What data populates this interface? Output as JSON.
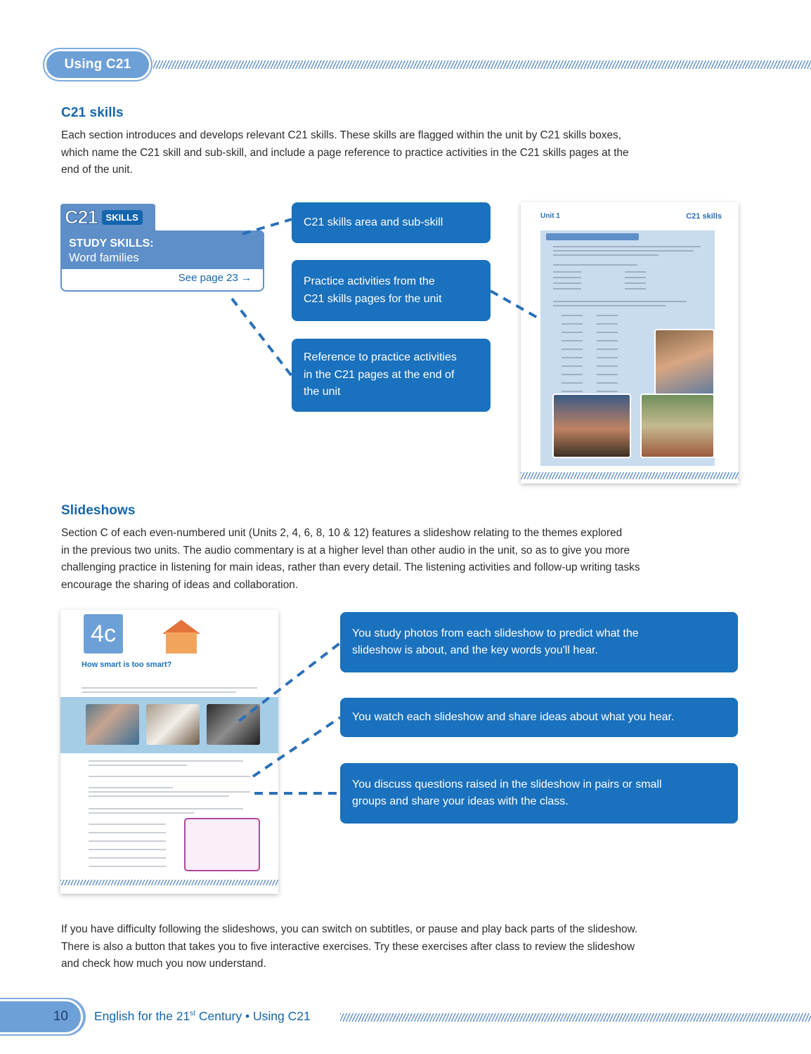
{
  "header": {
    "label": "Using C21"
  },
  "section1": {
    "heading": "C21 skills",
    "lines": [
      "Each section introduces and develops relevant C21 skills. These skills are flagged within the unit by C21 skills boxes,",
      "which name the C21 skill and sub-skill, and include a page reference to practice activities in the C21 skills pages at the",
      "end of the unit."
    ]
  },
  "skills_box": {
    "logo": "C21",
    "tag": "SKILLS",
    "area": "STUDY SKILLS:",
    "subskill": "Word families",
    "page_ref": "See page 23 →"
  },
  "callouts_top": [
    {
      "lines": [
        "C21 skills area and sub-skill"
      ]
    },
    {
      "lines": [
        "Practice activities from the",
        "C21 skills pages for the unit"
      ]
    },
    {
      "lines": [
        "Reference to practice activities",
        "in the C21 pages at the end of",
        "the unit"
      ]
    }
  ],
  "thumb1": {
    "unit": "Unit 1",
    "title": "C21 skills"
  },
  "section2": {
    "heading": "Slideshows",
    "lines": [
      "Section C of each even-numbered unit (Units 2, 4, 6, 8, 10 & 12) features a slideshow relating to the themes explored",
      "in the previous two units. The audio commentary is at a higher level than other audio in the unit, so as to give you more",
      "challenging practice in listening for main ideas, rather than every detail. The listening activities and follow-up writing tasks",
      "encourage the sharing of ideas and collaboration."
    ]
  },
  "thumb2": {
    "unit": "4c",
    "title": "How smart is too smart?"
  },
  "callouts_bottom": [
    {
      "lines": [
        "You study photos from each slideshow to predict what the",
        "slideshow is about, and the key words you'll hear."
      ]
    },
    {
      "lines": [
        "You watch each slideshow and share ideas about what you hear."
      ]
    },
    {
      "lines": [
        "You discuss questions raised in the slideshow in pairs or small",
        "groups and share your ideas with the class."
      ]
    }
  ],
  "section3": {
    "lines": [
      "If you have difficulty following the slideshows, you can switch on subtitles, or pause and play back parts of the slideshow.",
      "There is also a button that takes you to five interactive exercises. Try these exercises after class to review the slideshow",
      "and check how much you now understand."
    ]
  },
  "footer": {
    "page_number": "10",
    "book_title_pre": "English for the 21",
    "book_title_sup": "st",
    "book_title_post": " Century • Using C21"
  },
  "colors": {
    "accent": "#1a71bd",
    "light_accent": "#6ea0d8",
    "heading": "#1565ad"
  }
}
